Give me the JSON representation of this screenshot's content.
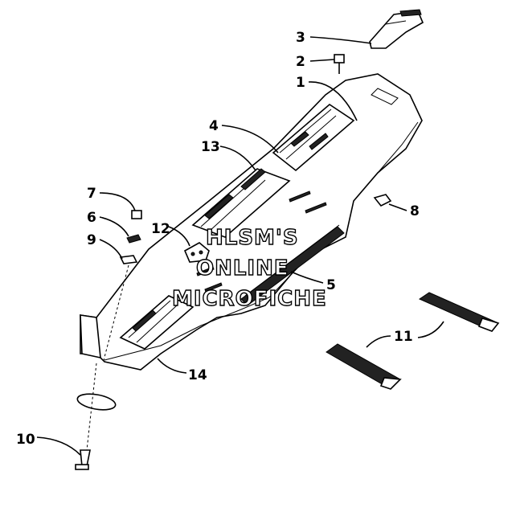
{
  "watermark": {
    "line1": "HLSM'S",
    "line2": "ONLINE",
    "line3": "MICROFICHE"
  },
  "callouts": [
    {
      "id": "c1",
      "label": "1"
    },
    {
      "id": "c2",
      "label": "2"
    },
    {
      "id": "c3",
      "label": "3"
    },
    {
      "id": "c4",
      "label": "4"
    },
    {
      "id": "c5",
      "label": "5"
    },
    {
      "id": "c6",
      "label": "6"
    },
    {
      "id": "c7",
      "label": "7"
    },
    {
      "id": "c8",
      "label": "8"
    },
    {
      "id": "c9",
      "label": "9"
    },
    {
      "id": "c10",
      "label": "10"
    },
    {
      "id": "c11",
      "label": "11"
    },
    {
      "id": "c12",
      "label": "12"
    },
    {
      "id": "c13",
      "label": "13"
    },
    {
      "id": "c14",
      "label": "14"
    }
  ]
}
